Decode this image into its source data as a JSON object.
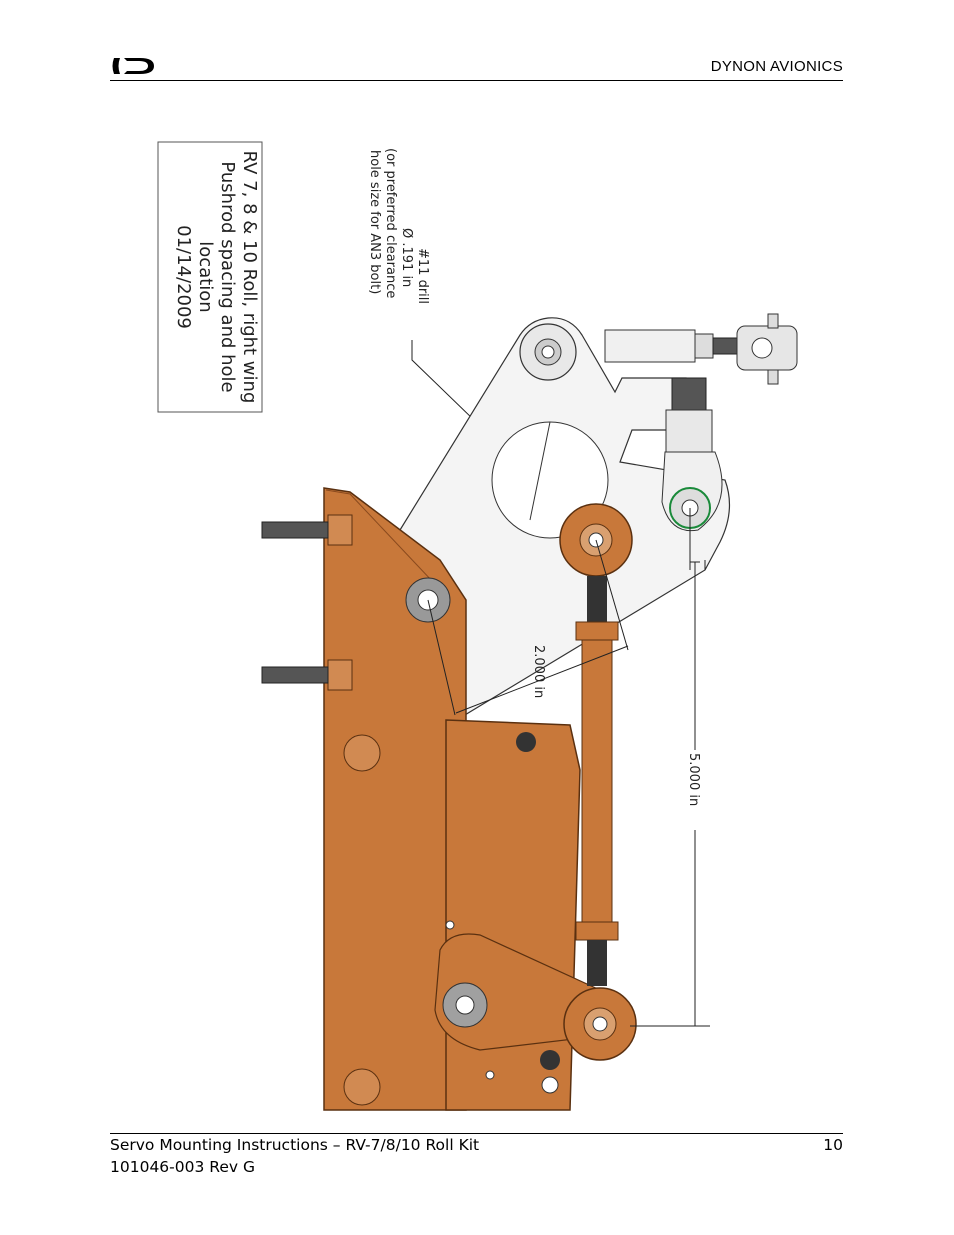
{
  "header": {
    "company": "DYNON AVIONICS",
    "logo_icon": "dynon-logo-icon"
  },
  "drawing": {
    "title_lines": [
      "RV 7, 8 & 10 Roll, right wing",
      "Pushrod spacing and hole",
      "location",
      "01/14/2009"
    ],
    "drill_note_lines": [
      "#11 drill",
      "Ø .191 in",
      "(or preferred clearance",
      "hole size for AN3 bolt)"
    ],
    "dim_short": "2.000 in",
    "dim_long": "5.000 in"
  },
  "footer": {
    "title": "Servo Mounting Instructions – RV-7/8/10 Roll Kit",
    "revision": "101046-003 Rev G",
    "page_number": "10"
  },
  "colors": {
    "part_orange": "#c8783a",
    "part_orange_dark": "#8a4a1e",
    "bracket_gray": "#f2f2f2",
    "line": "#222222"
  }
}
